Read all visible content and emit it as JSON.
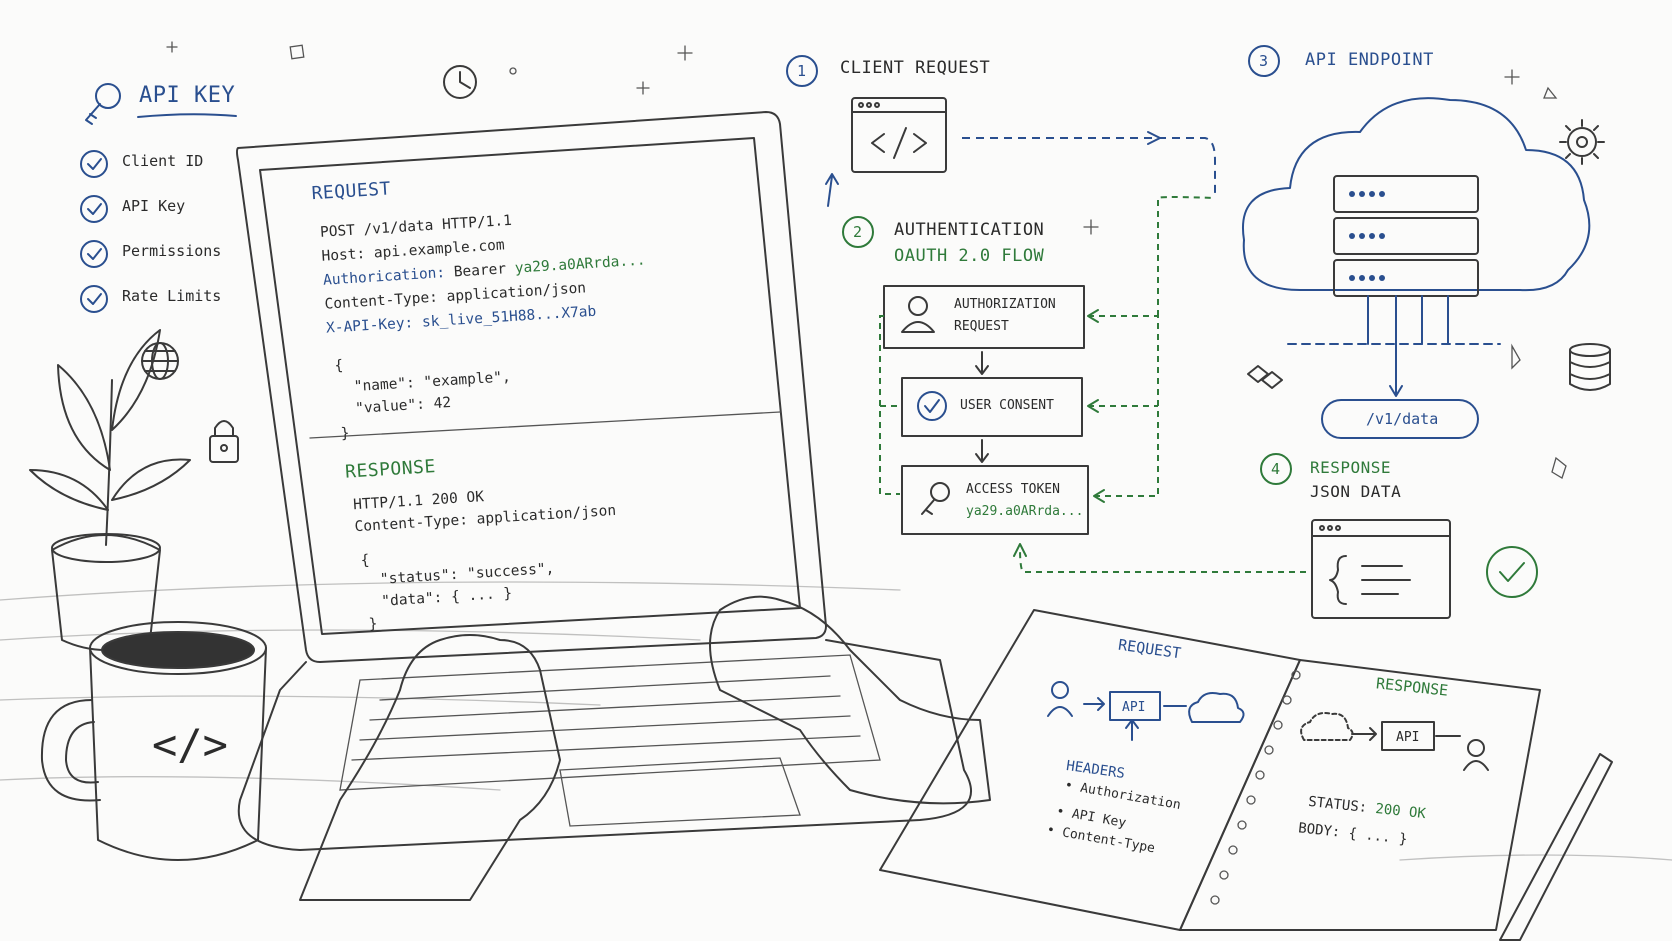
{
  "api_key_panel": {
    "title": "API KEY",
    "items": [
      "Client ID",
      "API Key",
      "Permissions",
      "Rate Limits"
    ]
  },
  "laptop_screen": {
    "request_heading": "REQUEST",
    "request_line": "POST /v1/data HTTP/1.1",
    "host": "Host: api.example.com",
    "auth_key": "Authorication:",
    "auth_prefix": "Bearer",
    "auth_token": "ya29.a0ARrda...",
    "content_type": "Content-Type: application/json",
    "api_key_header": "X-API-Key: sk_live_51H88...X7ab",
    "body_open": "{",
    "body_name": "\"name\": \"example\",",
    "body_value": "\"value\": 42",
    "body_close": "}",
    "response_heading": "RESPONSE",
    "status_line": "HTTP/1.1 200 OK",
    "resp_content_type": "Content-Type: application/json",
    "resp_open": "{",
    "resp_status": "\"status\": \"success\",",
    "resp_data": "\"data\": { ... }",
    "resp_close": "}"
  },
  "mug": {
    "symbol": "</>"
  },
  "flow": {
    "step1": {
      "number": "1",
      "label": "CLIENT REQUEST",
      "icon": "code-window-icon"
    },
    "step2": {
      "number": "2",
      "label": "AUTHENTICATION",
      "sublabel": "OAUTH 2.0 FLOW"
    },
    "auth_request": [
      "AUTHORIZATION",
      "REQUEST"
    ],
    "user_consent": "USER CONSENT",
    "access_token": "ACCESS TOKEN",
    "access_token_value": "ya29.a0ARrda...",
    "step3": {
      "number": "3",
      "label": "API ENDPOINT"
    },
    "endpoint_path": "/v1/data",
    "step4": {
      "number": "4",
      "label": "RESPONSE",
      "sublabel": "JSON DATA"
    }
  },
  "notebook": {
    "left_title": "REQUEST",
    "api_label": "API",
    "headers_title": "HEADERS",
    "headers": [
      "• Authorization",
      "• API Key",
      "• Content-Type"
    ],
    "right_title": "RESPONSE",
    "right_api": "API",
    "status_label": "STATUS:",
    "status_value": "200 OK",
    "body_label": "BODY: { ... }"
  },
  "colors": {
    "ink": "#3a3a3a",
    "blue": "#2a4f8f",
    "green": "#2f7a3a",
    "paper": "#fbfbfa"
  }
}
